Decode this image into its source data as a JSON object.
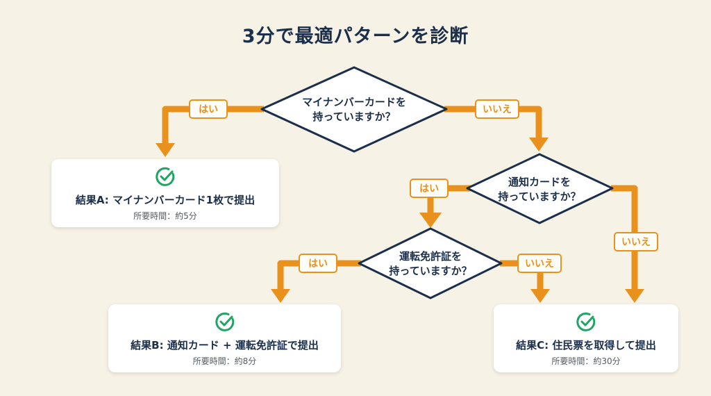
{
  "title": "3分で最適パターンを診断",
  "colors": {
    "background": "#f6f2e6",
    "navy": "#1c2f4a",
    "orange": "#e8911c",
    "check_green": "#1fa463"
  },
  "questions": [
    {
      "id": "q1",
      "line1": "マイナンバーカードを",
      "line2": "持っていますか？"
    },
    {
      "id": "q2",
      "line1": "通知カードを",
      "line2": "持っていますか？"
    },
    {
      "id": "q3",
      "line1": "運転免許証を",
      "line2": "持っていますか？"
    }
  ],
  "branches": {
    "q1_yes": "はい",
    "q1_no": "いいえ",
    "q2_yes": "はい",
    "q2_no": "いいえ",
    "q3_yes": "はい",
    "q3_no": "いいえ"
  },
  "results": [
    {
      "id": "A",
      "icon": "check-circle-icon",
      "title": "結果A: マイナンバーカード1枚で提出",
      "time": "所要時間：約5分"
    },
    {
      "id": "B",
      "icon": "check-circle-icon",
      "title": "結果B: 通知カード + 運転免許証で提出",
      "time": "所要時間：約8分"
    },
    {
      "id": "C",
      "icon": "check-circle-icon",
      "title": "結果C: 住民票を取得して提出",
      "time": "所要時間：約30分"
    }
  ]
}
